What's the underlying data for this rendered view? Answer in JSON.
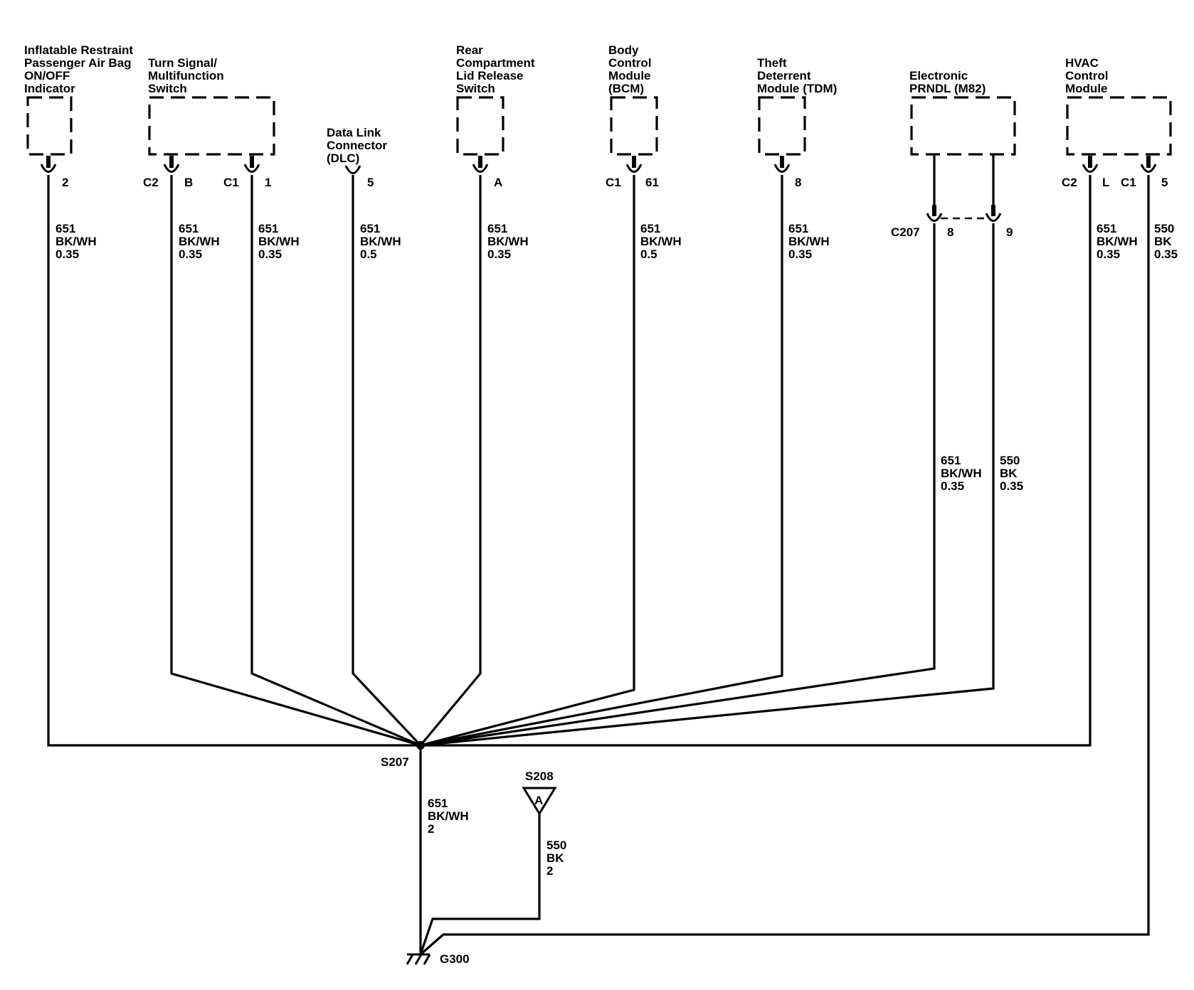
{
  "components": {
    "airbag_indicator": [
      "Inflatable Restraint",
      "Passenger Air Bag",
      "ON/OFF",
      "Indicator"
    ],
    "turn_signal_switch": [
      "Turn Signal/",
      "Multifunction",
      "Switch"
    ],
    "dlc": [
      "Data Link",
      "Connector",
      "(DLC)"
    ],
    "rear_lid_switch": [
      "Rear",
      "Compartment",
      "Lid Release",
      "Switch"
    ],
    "bcm": [
      "Body",
      "Control",
      "Module",
      "(BCM)"
    ],
    "tdm": [
      "Theft",
      "Deterrent",
      "Module (TDM)"
    ],
    "prndl": [
      "Electronic",
      "PRNDL (M82)"
    ],
    "hvac": [
      "HVAC",
      "Control",
      "Module"
    ]
  },
  "pins": {
    "airbag": "2",
    "turn_c2": "C2",
    "turn_b": "B",
    "turn_c1": "C1",
    "turn_1": "1",
    "dlc": "5",
    "rear": "A",
    "bcm_c1": "C1",
    "bcm_61": "61",
    "tdm": "8",
    "c207": "C207",
    "c207_8": "8",
    "c207_9": "9",
    "hvac_c2": "C2",
    "hvac_l": "L",
    "hvac_c1": "C1",
    "hvac_5": "5"
  },
  "wires": {
    "airbag": [
      "651",
      "BK/WH",
      "0.35"
    ],
    "turn_b": [
      "651",
      "BK/WH",
      "0.35"
    ],
    "turn_1": [
      "651",
      "BK/WH",
      "0.35"
    ],
    "dlc": [
      "651",
      "BK/WH",
      "0.5"
    ],
    "rear": [
      "651",
      "BK/WH",
      "0.35"
    ],
    "bcm": [
      "651",
      "BK/WH",
      "0.5"
    ],
    "tdm": [
      "651",
      "BK/WH",
      "0.35"
    ],
    "hvac_l": [
      "651",
      "BK/WH",
      "0.35"
    ],
    "hvac_5": [
      "550",
      "BK",
      "0.35"
    ],
    "prndl_8": [
      "651",
      "BK/WH",
      "0.35"
    ],
    "prndl_9": [
      "550",
      "BK",
      "0.35"
    ],
    "ground": [
      "651",
      "BK/WH",
      "2"
    ],
    "s208": [
      "550",
      "BK",
      "2"
    ]
  },
  "splices": {
    "s207": "S207",
    "s208": "S208",
    "s208_letter": "A"
  },
  "ground": "G300"
}
